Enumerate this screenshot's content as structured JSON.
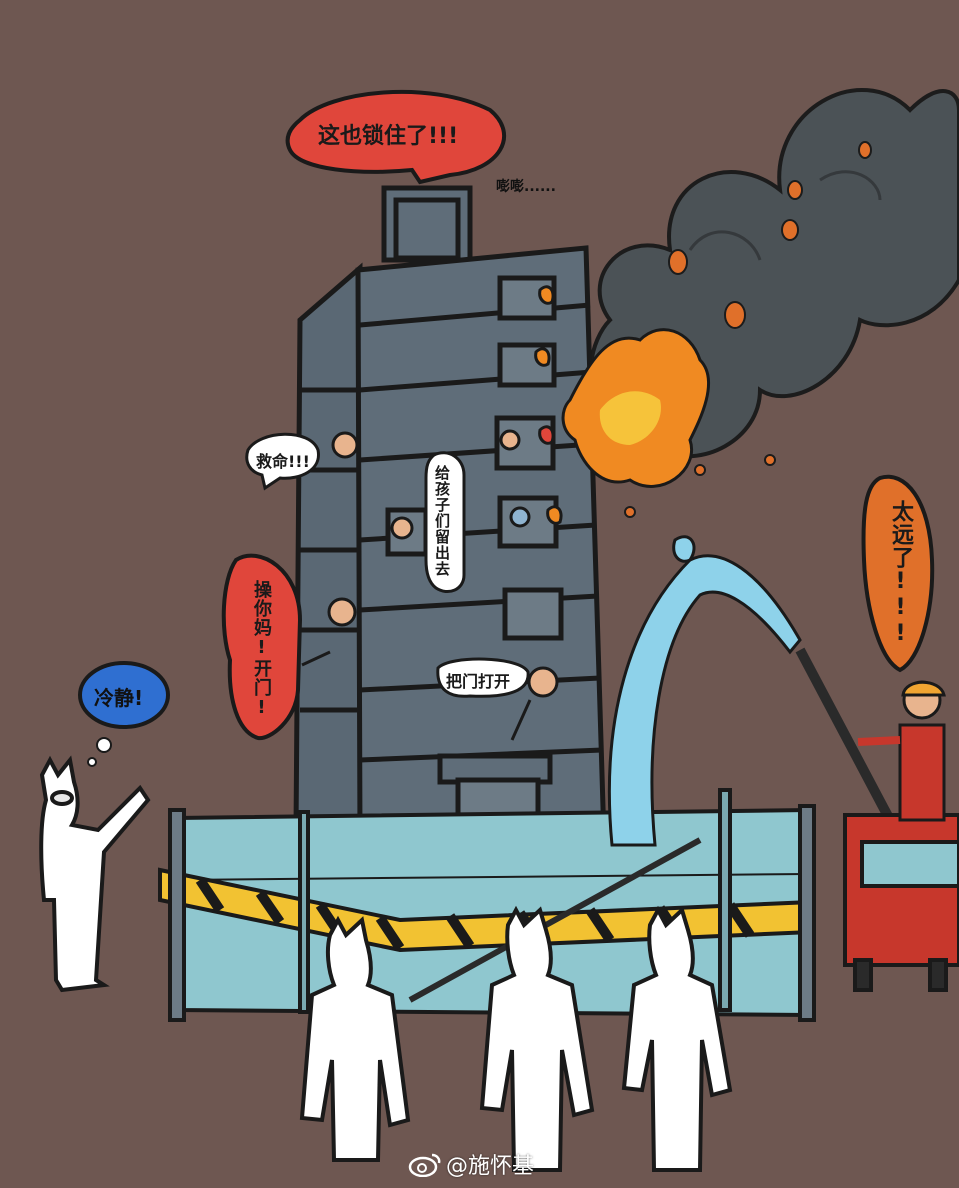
{
  "bubbles": {
    "roof": "这也锁住了!!!",
    "roof_sound": "嘭嘭......",
    "help": "救命!!!",
    "children": "给孩子们留出去",
    "curse": "操你妈!开门!",
    "open_door": "把门打开",
    "calm": "冷静!",
    "too_far": "太远了!!!"
  },
  "watermark": {
    "handle": "@施怀基"
  },
  "colors": {
    "background": "#6e5751",
    "building": "#5f6d79",
    "fence": "#8fc7cf",
    "speech_red": "#e0463b",
    "speech_blue": "#2f6fd1",
    "speech_orange": "#e0702a",
    "water": "#8ed2ea",
    "smoke": "#4b5256",
    "fire": "#f08a22",
    "truck": "#c7372c",
    "suit": "#ffffff"
  }
}
